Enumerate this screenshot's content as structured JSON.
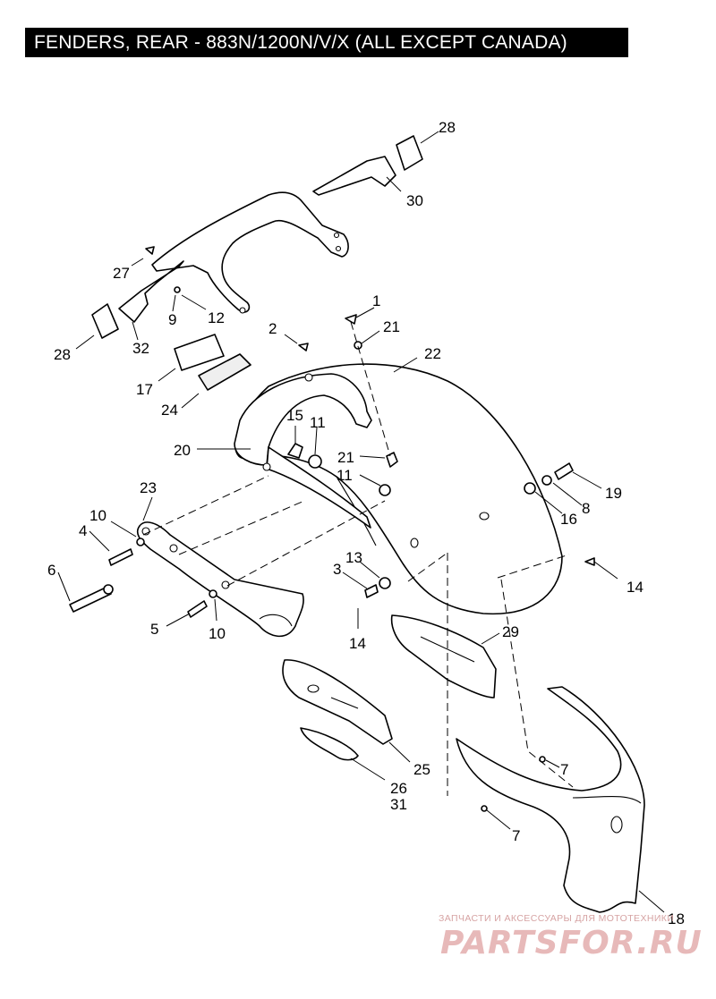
{
  "title": "FENDERS, REAR - 883N/1200N/V/X (ALL EXCEPT CANADA)",
  "callouts": [
    "28",
    "30",
    "27",
    "9",
    "12",
    "32",
    "28",
    "1",
    "21",
    "2",
    "22",
    "17",
    "24",
    "15",
    "11",
    "20",
    "21",
    "11",
    "19",
    "8",
    "16",
    "23",
    "10",
    "4",
    "6",
    "3",
    "13",
    "14",
    "14",
    "5",
    "10",
    "29",
    "7",
    "25",
    "26",
    "31",
    "7",
    "18"
  ],
  "watermark": {
    "tagline": "ЗАПЧАСТИ И АКСЕССУАРЫ ДЛЯ МОТОТЕХНИКИ",
    "logo": "PARTSFOR.RU"
  }
}
